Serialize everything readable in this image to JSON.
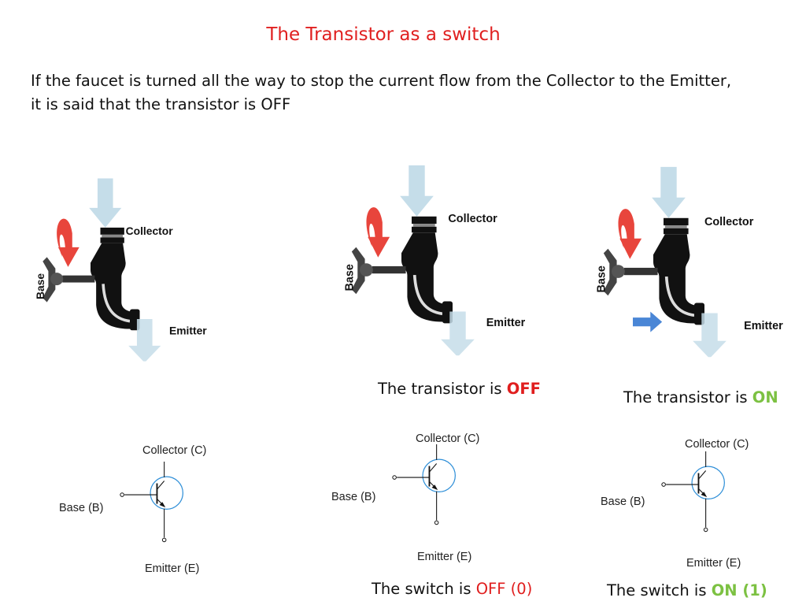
{
  "slide": {
    "title": "The Transistor as a switch",
    "description_line1": "If the faucet is turned all the way to stop the current flow from the Collector to the Emitter,",
    "description_line2": "it is said that the transistor is OFF"
  },
  "faucet_labels": {
    "collector": "Collector",
    "emitter": "Emitter",
    "base": "Base"
  },
  "state_captions": {
    "off_prefix": "The transistor is ",
    "off_state": "OFF",
    "on_prefix": "The transistor is ",
    "on_state": "ON"
  },
  "schematic_labels": {
    "collector": "Collector (C)",
    "base": "Base (B)",
    "emitter": "Emitter (E)"
  },
  "switch_captions": {
    "off_prefix": "The switch is ",
    "off_state": "OFF (0)",
    "on_prefix": "The switch is ",
    "on_state": "ON (1)"
  },
  "colors": {
    "title": "#e02020",
    "off_state": "#e01e1e",
    "on_state": "#7cc142",
    "flow_arrow": "#c5dde9",
    "turn_arrow": "#e8453c",
    "transistor_circle": "#2f8fd8",
    "on_flow_arrow": "#4a86d6"
  },
  "icons": {
    "faucet": "faucet-icon",
    "turn_arrow": "curved-arrow-icon",
    "flow_arrow": "down-arrow-icon",
    "transistor": "npn-transistor-symbol"
  }
}
